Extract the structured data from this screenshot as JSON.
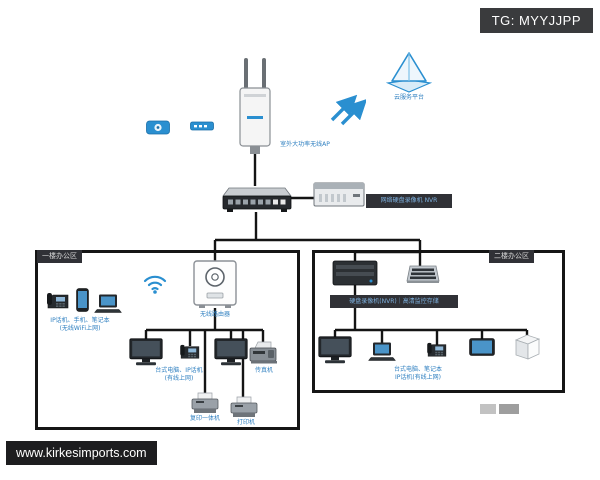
{
  "overlay": {
    "tg_badge": "TG: MYYJJPP",
    "watermark": "www.kirkesimports.com"
  },
  "topology": {
    "cloud_label": "云服务平台",
    "ap_label": "室外大功率无线AP",
    "nvr_label": "网络硬盘录像机 NVR",
    "left_zone": {
      "title": "一楼办公区",
      "wireless_group_label": "IP话机、手机、笔记本\n(无线WiFi上网)",
      "router_label": "无线路由器",
      "wired_group_label": "台式电脑、IP话机\n(有线上网)",
      "fax_label": "传真机",
      "copier_label": "复印一体机",
      "printer_label": "打印机"
    },
    "right_zone": {
      "title": "二楼办公区",
      "dvr_label": "硬盘录像机(NVR)｜高清监控存储",
      "wired_group_label": "台式电脑、笔记本\nIP话机(有线上网)"
    },
    "accent_color": "#2a8fd0",
    "line_color": "#141414"
  }
}
